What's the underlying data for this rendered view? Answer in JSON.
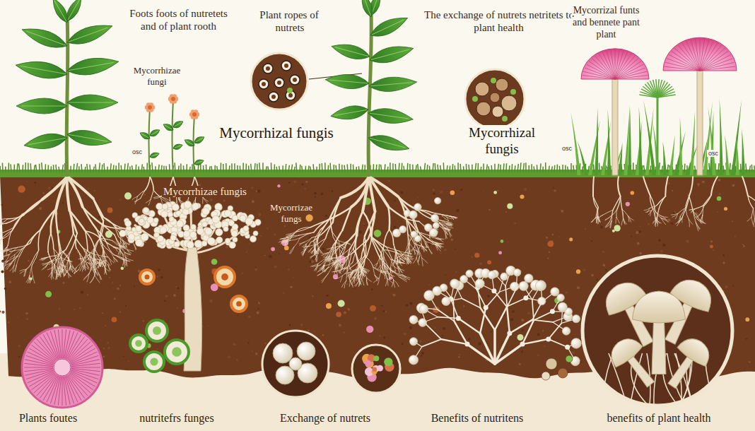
{
  "diagram": {
    "labels": [
      "Foots foots of nutretets and of plant rooth",
      "Plant ropes of nutrets",
      "The exchange of nutrets netritets to plant health",
      "Mycorrizal funts and bennete pant plant",
      "Mycorrhizae fungi",
      "Mycorrhizal fungis",
      "Mycorrhizal fungis",
      "osc",
      "osc",
      "osc",
      "Mycorrhizae fungis",
      "Mycorrizae fungs",
      "Plants foutes",
      "nutritefrs funges",
      "Exchange of nutrets",
      "Benefits of nutritens",
      "benefits of plant health"
    ]
  }
}
